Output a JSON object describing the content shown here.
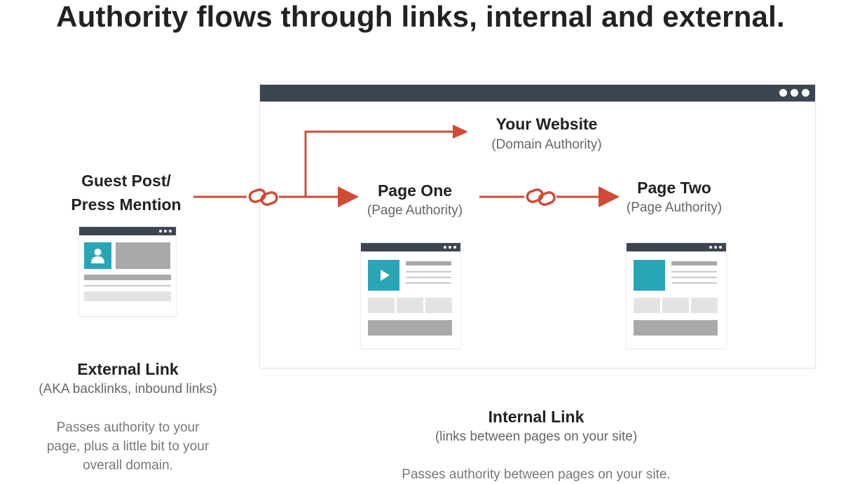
{
  "heading": "Authority flows through links, internal and external.",
  "website": {
    "title": "Your Website",
    "subtitle": "(Domain Authority)"
  },
  "guest_post": {
    "line1": "Guest Post/",
    "line2": "Press Mention"
  },
  "page_one": {
    "title": "Page One",
    "subtitle": "(Page Authority)"
  },
  "page_two": {
    "title": "Page Two",
    "subtitle": "(Page Authority)"
  },
  "external_link": {
    "title": "External Link",
    "subtitle": "(AKA backlinks, inbound links)",
    "body": [
      "Passes authority to your",
      "page, plus a little bit to your",
      "overall domain."
    ]
  },
  "internal_link": {
    "title": "Internal Link",
    "subtitle": "(links between pages on your site)",
    "body_partial": "Passes authority between pages on your site."
  },
  "icons": {
    "link": "chain-link-icon",
    "play": "play-icon",
    "user": "user-icon",
    "dots": "window-dots-icon"
  },
  "colors": {
    "arrow": "#d04a35",
    "window_bar": "#3b4652",
    "accent": "#2aa5b6"
  }
}
